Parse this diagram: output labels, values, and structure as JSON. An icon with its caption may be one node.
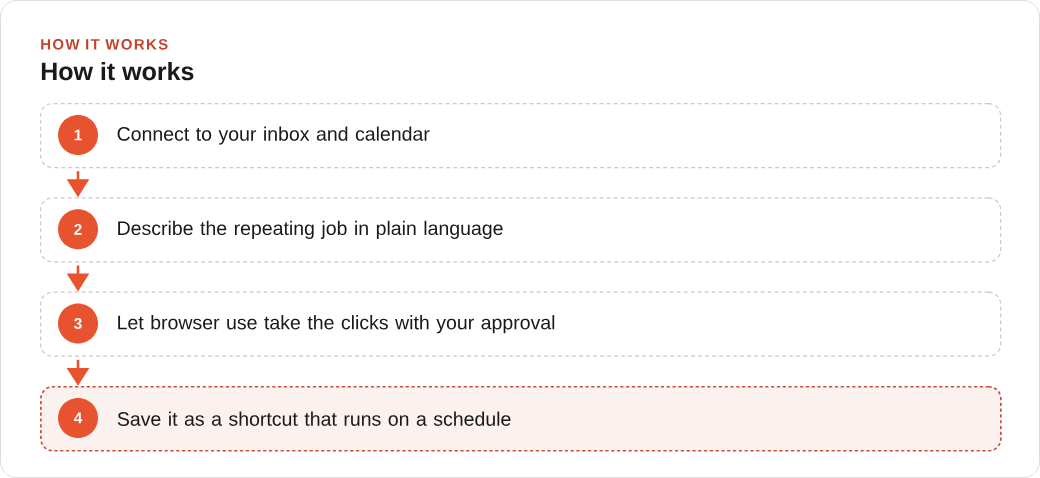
{
  "diagram": {
    "title": "How it works",
    "nodes": [
      {
        "text": [
          "Connect to your inbox and calendar"
        ]
      },
      {
        "text": [
          "1"
        ],
        "in": 0
      },
      {
        "text": [
          "Describe the repeating job in plain language"
        ]
      },
      {
        "text": [
          "2"
        ],
        "in": 2
      },
      {
        "text": [
          "Let browser use take the clicks with your approval"
        ]
      },
      {
        "text": [
          "3"
        ],
        "in": 4
      },
      {
        "text": [
          "Save it as a shortcut that runs on a schedule"
        ]
      },
      {
        "text": [
          "4"
        ],
        "in": 6
      }
    ],
    "edges": [
      {
        "from": 0,
        "to": 2,
        "arrow": "to"
      },
      {
        "from": 2,
        "to": 4,
        "arrow": "to"
      },
      {
        "from": 4,
        "to": 6,
        "arrow": "to"
      }
    ],
    "labels": [
      "HOW IT WORKS"
    ]
  }
}
